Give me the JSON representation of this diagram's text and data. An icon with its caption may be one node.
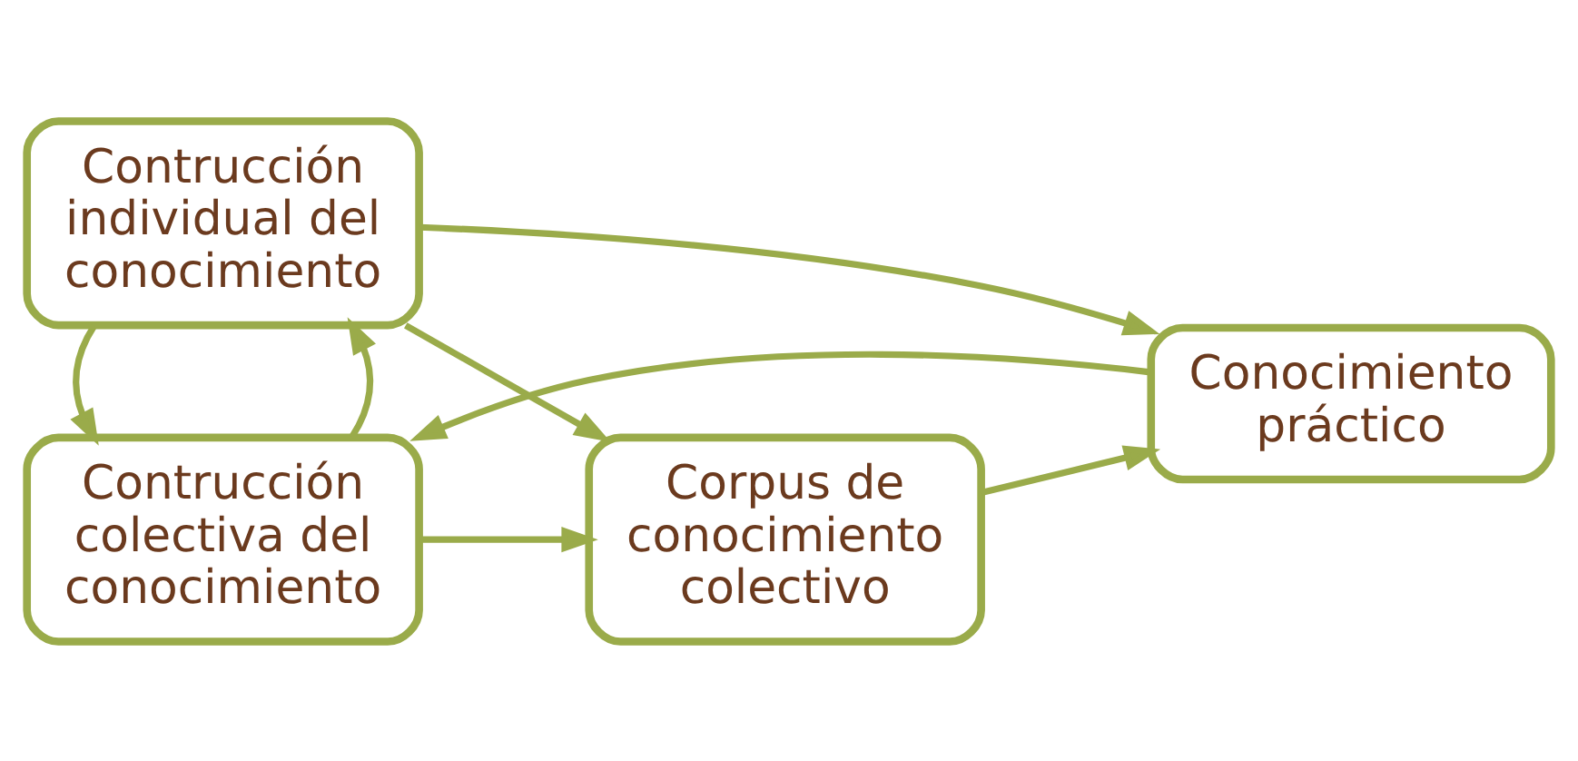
{
  "diagram": {
    "nodes": [
      {
        "text": [
          "Contrucción colectiva del conocimiento"
        ]
      },
      {
        "text": [
          "Contrucción individual del conocimiento"
        ]
      },
      {
        "text": [
          "Corpus de conocimiento colectivo"
        ]
      },
      {
        "text": [
          "Conocimiento práctico"
        ]
      }
    ],
    "edges": [
      {
        "from": 0,
        "to": 1,
        "arrow": "to"
      },
      {
        "from": 1,
        "to": 0,
        "arrow": "to"
      },
      {
        "from": 0,
        "to": 2,
        "arrow": "to"
      },
      {
        "from": 1,
        "to": 2,
        "arrow": "to"
      },
      {
        "from": 2,
        "to": 3,
        "arrow": "to"
      },
      {
        "from": 3,
        "to": 0,
        "arrow": "to"
      },
      {
        "from": 1,
        "to": 3,
        "arrow": "to"
      }
    ]
  }
}
